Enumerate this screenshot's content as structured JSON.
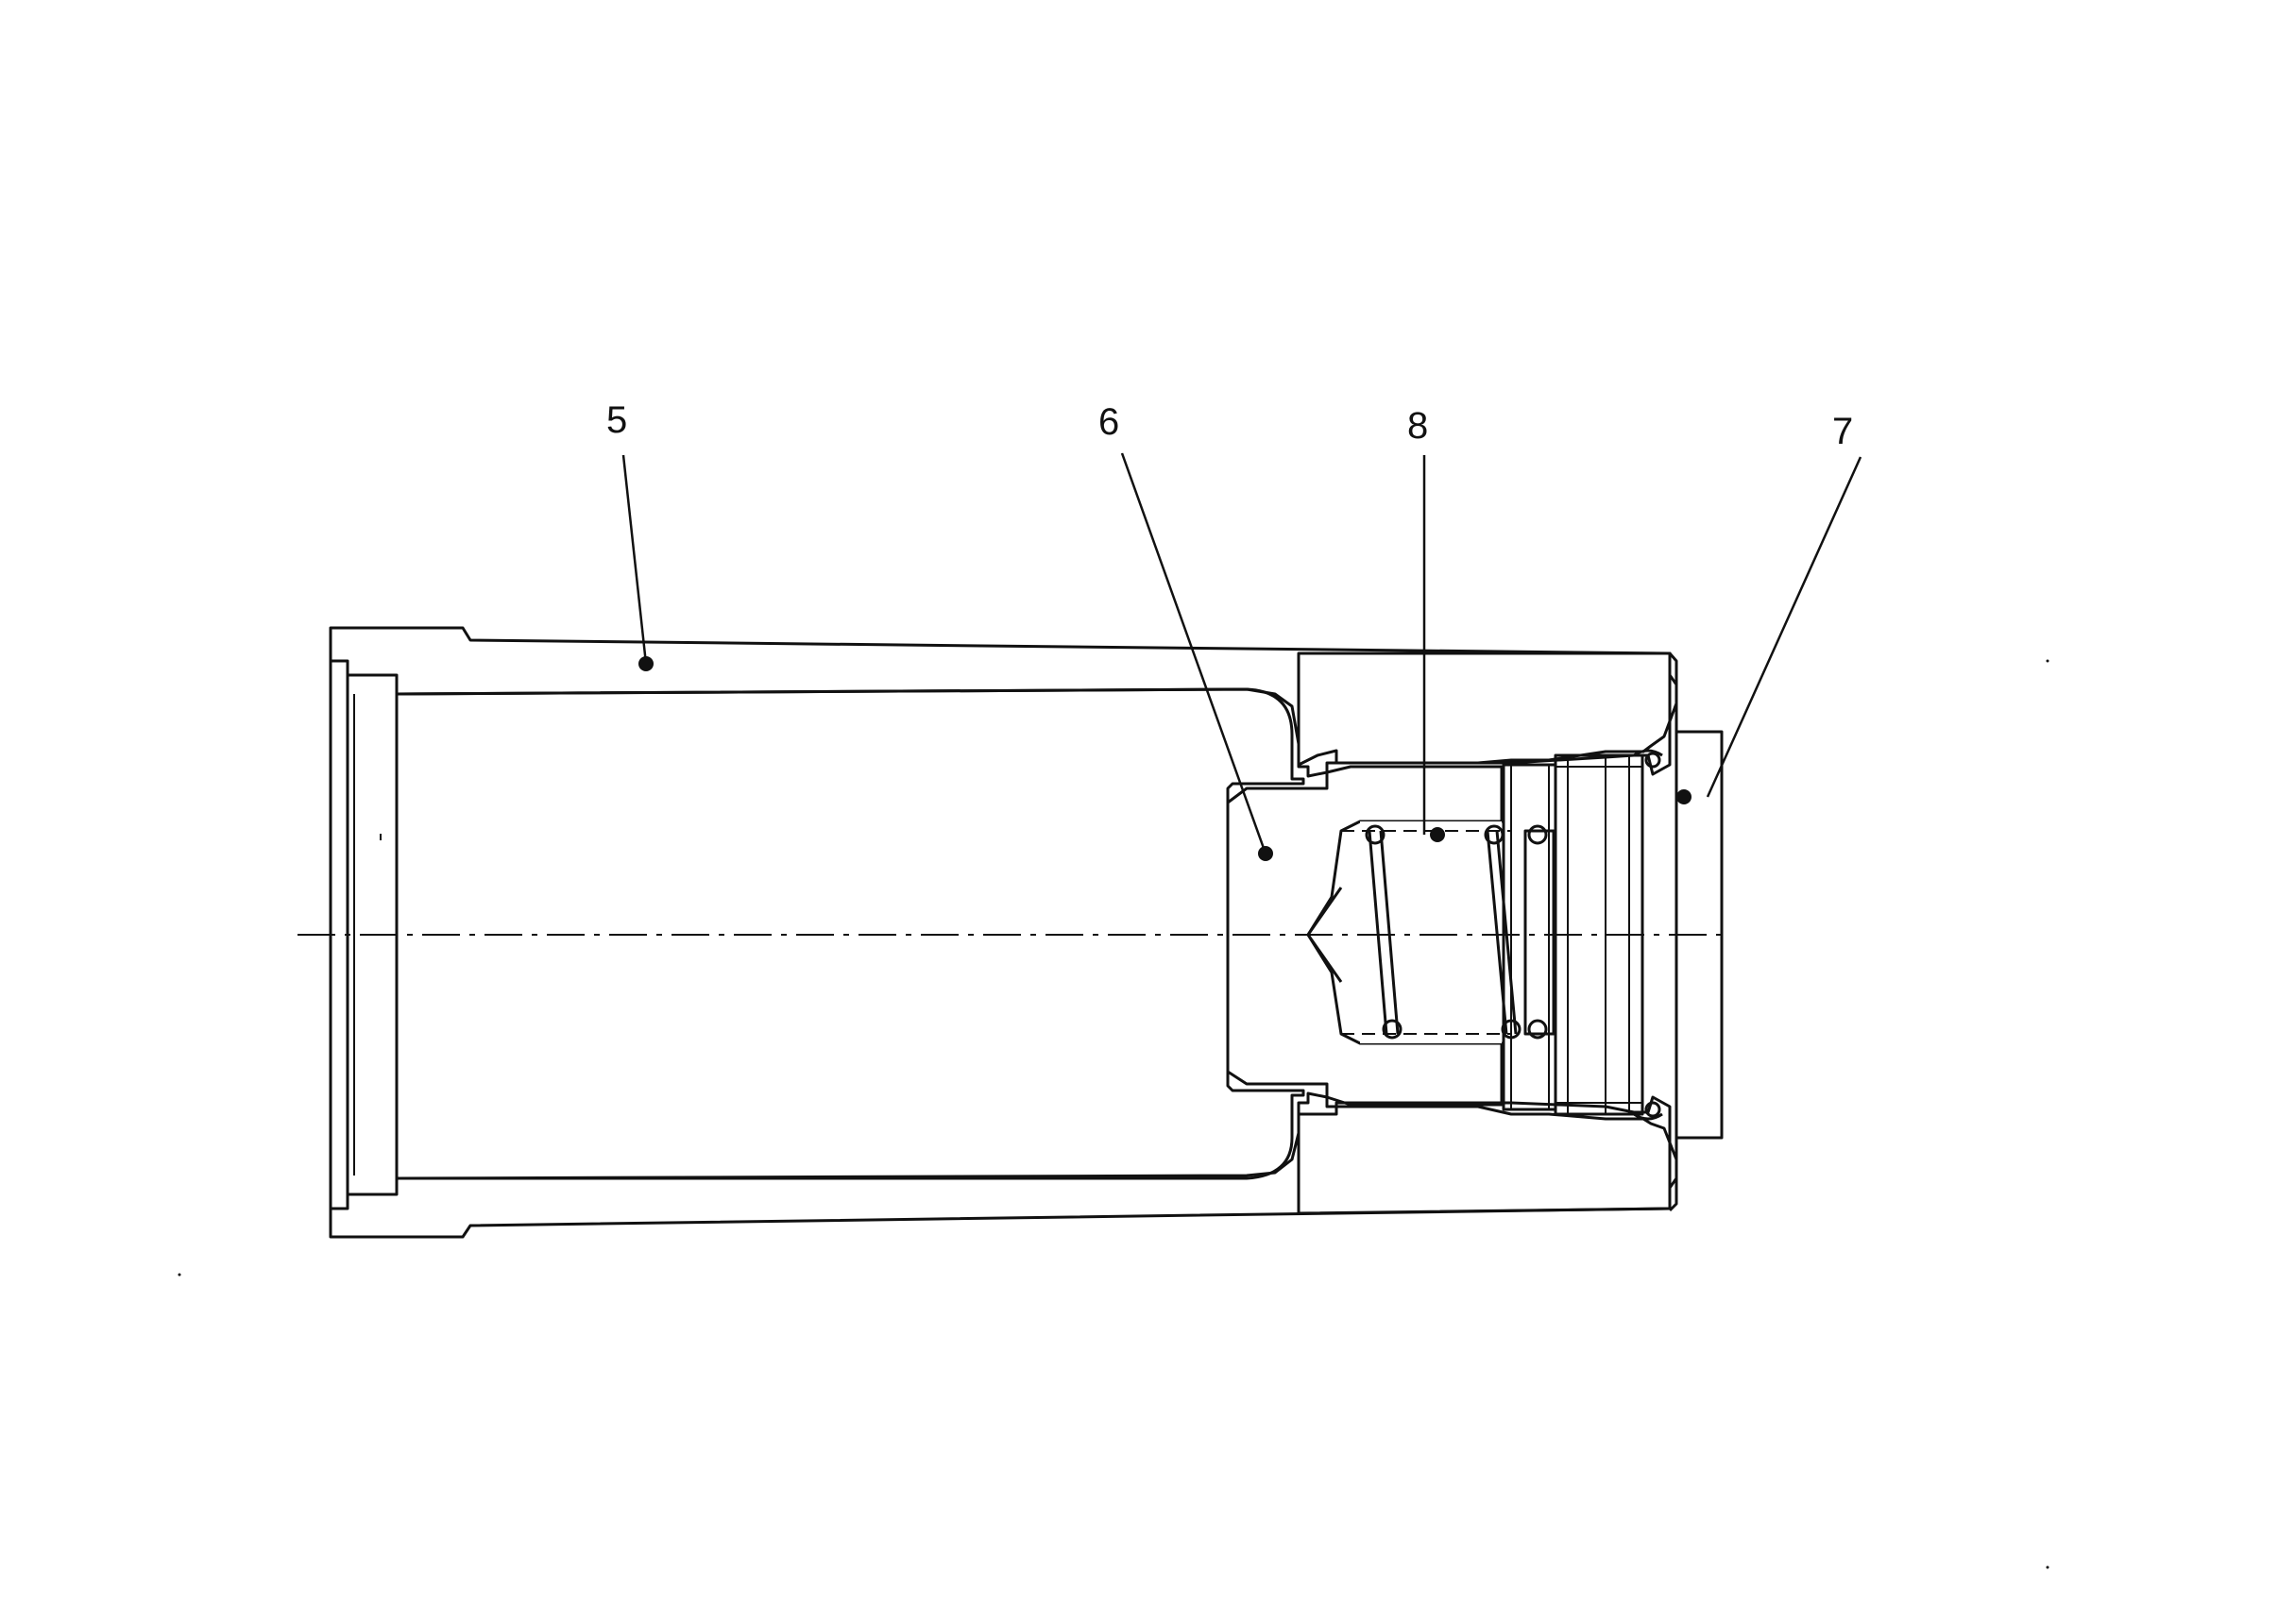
{
  "labels": [
    {
      "id": "5",
      "text": "5"
    },
    {
      "id": "6",
      "text": "6"
    },
    {
      "id": "8",
      "text": "8"
    },
    {
      "id": "7",
      "text": "7"
    }
  ]
}
